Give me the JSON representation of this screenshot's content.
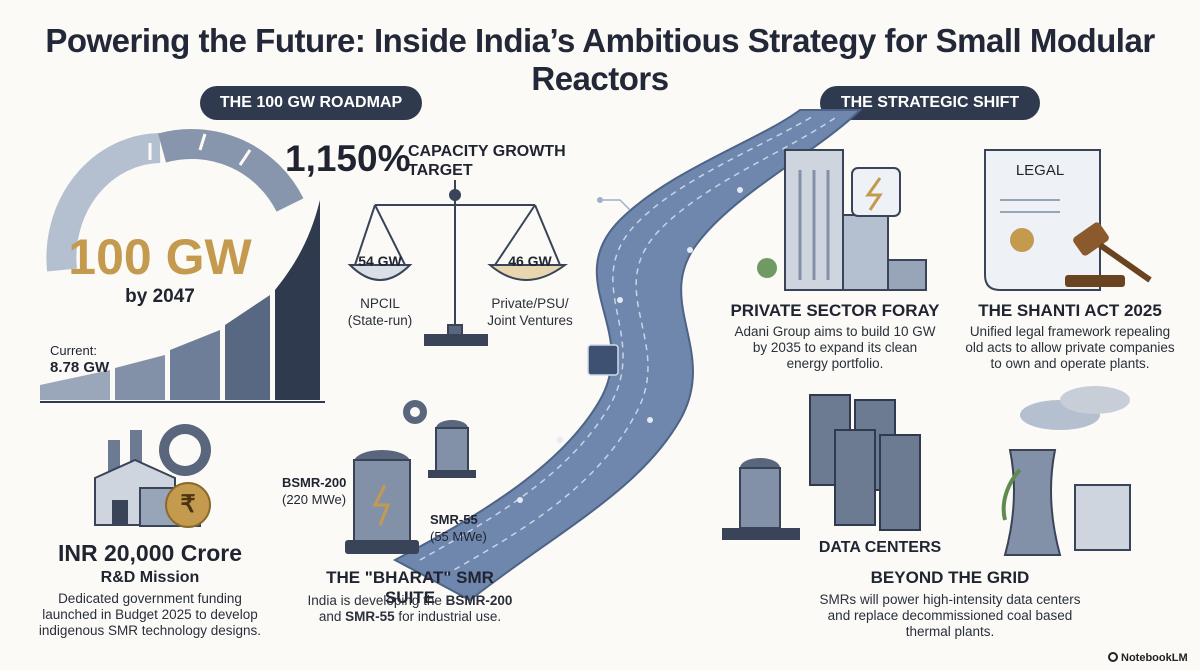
{
  "title": "Powering the Future: Inside India’s Ambitious Strategy for Small Modular Reactors",
  "roadmap": {
    "pill": "THE 100 GW ROADMAP",
    "gauge_value": "100 GW",
    "gauge_sub": "by 2047",
    "current_label": "Current:",
    "current_value": "8.78 GW",
    "growth_value": "1,150%",
    "growth_label_1": "CAPACITY GROWTH",
    "growth_label_2": "TARGET",
    "scale_left_value": "54 GW",
    "scale_left_label_1": "NPCIL",
    "scale_left_label_2": "(State-run)",
    "scale_right_value": "46 GW",
    "scale_right_label_1": "Private/PSU/",
    "scale_right_label_2": "Joint Ventures"
  },
  "funding": {
    "amount": "INR 20,000 Crore",
    "subtitle": "R&D Mission",
    "desc_1": "Dedicated government funding",
    "desc_2": "launched in Budget 2025 to develop",
    "desc_3": "indigenous SMR technology designs.",
    "dollar_symbol": "$",
    "rupee_symbol": "₹"
  },
  "bharat": {
    "bsmr_name": "BSMR-200",
    "bsmr_cap": "(220 MWe)",
    "smr_name": "SMR-55",
    "smr_cap": "(55 MWe)",
    "heading": "THE \"BHARAT\" SMR SUITE",
    "desc_1_pre": "India is developing the ",
    "desc_1_bold": "BSMR-200",
    "desc_2_pre": "and ",
    "desc_2_bold": "SMR-55",
    "desc_2_post": " for industrial use."
  },
  "shift": {
    "pill": "THE STRATEGIC SHIFT",
    "private_heading": "PRIVATE SECTOR FORAY",
    "private_desc_1": "Adani Group aims to build 10 GW",
    "private_desc_2": "by 2035 to expand its clean",
    "private_desc_3": "energy portfolio.",
    "legal_doc_label": "LEGAL",
    "shanti_heading": "THE SHANTI ACT 2025",
    "shanti_desc_1": "Unified legal framework repealing",
    "shanti_desc_2": "old acts to allow private companies",
    "shanti_desc_3": "to own and operate plants.",
    "datacenter_label": "DATA CENTERS",
    "grid_heading": "BEYOND THE GRID",
    "grid_desc_1": "SMRs will power high-intensity data centers",
    "grid_desc_2": "and replace decommissioned coal based",
    "grid_desc_3": "thermal plants."
  },
  "footer": {
    "brand": "NotebookLM"
  },
  "colors": {
    "navy": "#2f3a4e",
    "gold": "#c49a4f",
    "steel": "#7f8ea6",
    "bg": "#fbfaf7"
  }
}
